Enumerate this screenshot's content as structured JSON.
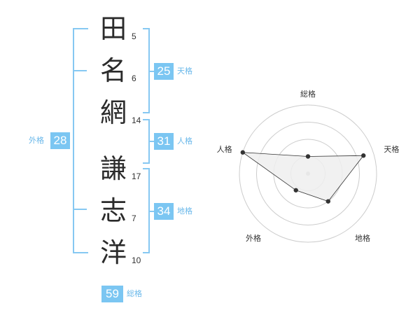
{
  "name": {
    "surname": [
      {
        "char": "田",
        "strokes": "5"
      },
      {
        "char": "名",
        "strokes": "6"
      },
      {
        "char": "網",
        "strokes": "14"
      }
    ],
    "given": [
      {
        "char": "謙",
        "strokes": "17"
      },
      {
        "char": "志",
        "strokes": "7"
      },
      {
        "char": "洋",
        "strokes": "10"
      }
    ]
  },
  "kaku": {
    "tenkaku": {
      "value": "25",
      "label": "天格"
    },
    "jinkaku": {
      "value": "31",
      "label": "人格"
    },
    "chikaku": {
      "value": "34",
      "label": "地格"
    },
    "gaikaku": {
      "value": "28",
      "label": "外格"
    },
    "soukaku": {
      "value": "59",
      "label": "総格"
    }
  },
  "colors": {
    "accent": "#7bc6f2",
    "bracket": "#86c8f2",
    "grid": "#cccccc",
    "series": "#333333",
    "fill": "#eeeeee"
  },
  "chart_data": {
    "type": "radar",
    "axes": [
      "総格",
      "天格",
      "地格",
      "外格",
      "人格"
    ],
    "values": [
      0.25,
      0.85,
      0.5,
      0.3,
      1.0
    ],
    "rings": 4
  }
}
